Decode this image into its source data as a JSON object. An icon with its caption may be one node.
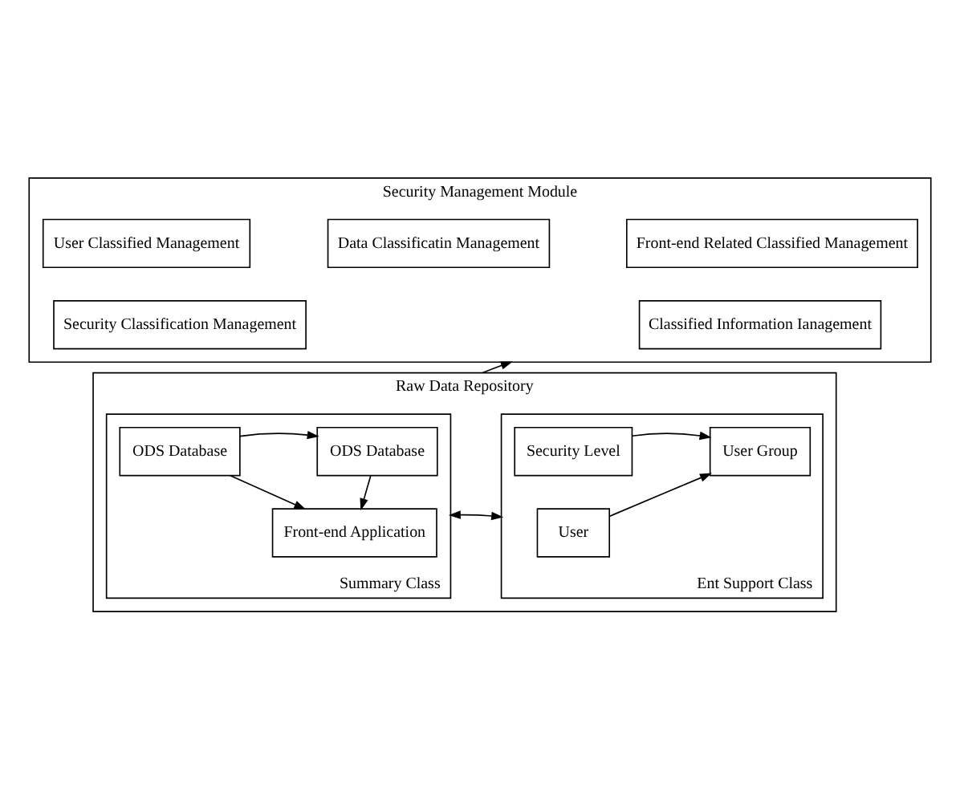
{
  "diagram": {
    "nodes": [
      {
        "text": [
          "Security Management Module"
        ]
      },
      {
        "text": [
          "User Classified Management"
        ],
        "in": 0
      },
      {
        "text": [
          "Data Classificatin Management"
        ],
        "in": 0
      },
      {
        "text": [
          "Front-end Related Classified Management"
        ],
        "in": 0
      },
      {
        "text": [
          "Security Classification Management"
        ],
        "in": 0
      },
      {
        "text": [
          "Classified Information Ianagement"
        ],
        "in": 0
      },
      {
        "text": [
          "Raw Data Repository"
        ]
      },
      {
        "text": [
          "Summary Class"
        ],
        "in": 6
      },
      {
        "text": [
          "ODS Database"
        ],
        "in": 7
      },
      {
        "text": [
          "ODS Database"
        ],
        "in": 7
      },
      {
        "text": [
          "Front-end Application"
        ],
        "in": 7
      },
      {
        "text": [
          "Ent Support Class"
        ],
        "in": 6
      },
      {
        "text": [
          "Security Level"
        ],
        "in": 11
      },
      {
        "text": [
          "User Group"
        ],
        "in": 11
      },
      {
        "text": [
          "User"
        ],
        "in": 11
      }
    ],
    "edges": [
      {
        "from": 6,
        "to": 0,
        "arrow": "to"
      },
      {
        "from": 8,
        "to": 9,
        "arrow": "to"
      },
      {
        "from": 8,
        "to": 10,
        "arrow": "to"
      },
      {
        "from": 9,
        "to": 10,
        "arrow": "to"
      },
      {
        "from": 7,
        "to": 11,
        "arrow": "both"
      },
      {
        "from": 12,
        "to": 13,
        "arrow": "to"
      },
      {
        "from": 14,
        "to": 13,
        "arrow": "to"
      }
    ]
  }
}
